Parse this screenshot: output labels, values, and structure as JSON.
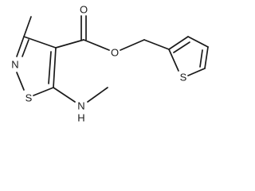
{
  "figure": {
    "kind": "skeletal-structure",
    "atoms": {
      "carbonyl_oxygen": "O",
      "ester_oxygen": "O",
      "isothiazole_nitrogen": "N",
      "isothiazole_sulfur": "S",
      "amine_nitrogen": "N",
      "amine_hydrogen": "H",
      "thiophene_sulfur": "S"
    }
  }
}
